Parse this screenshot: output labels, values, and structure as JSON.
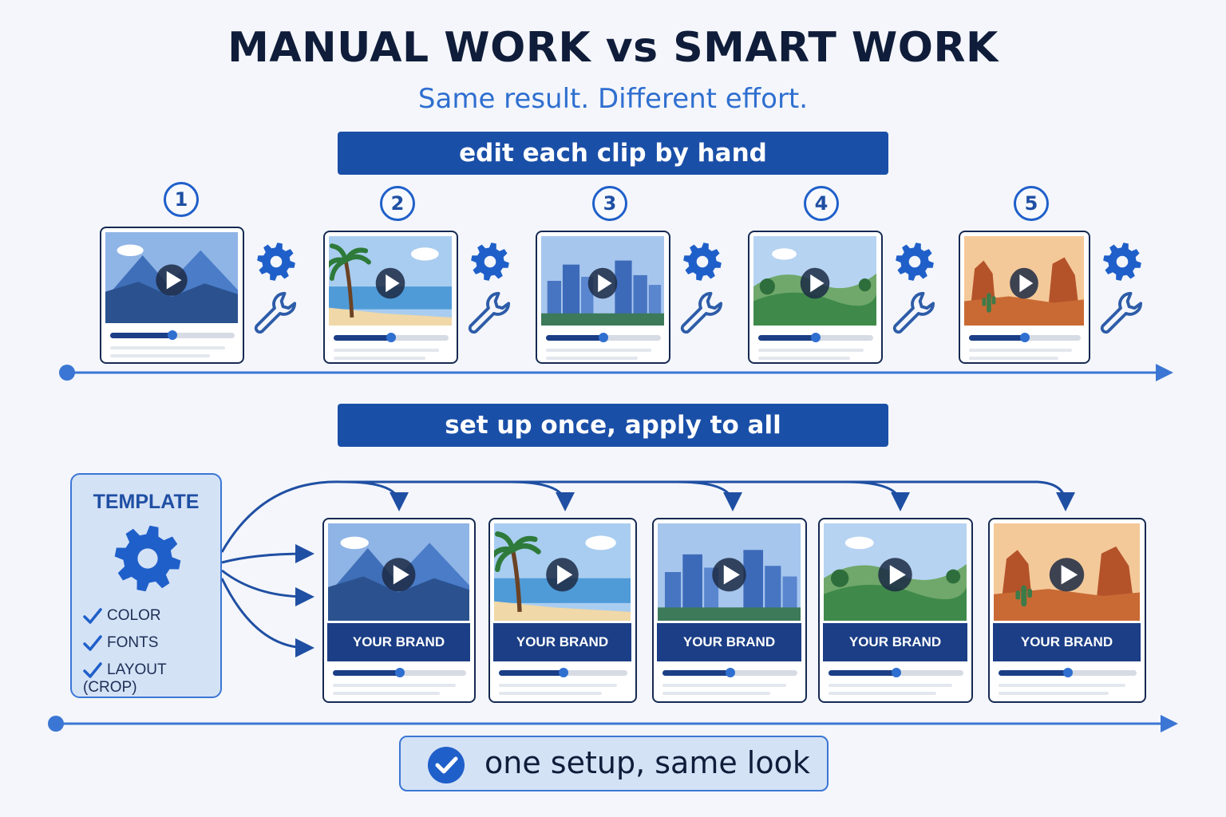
{
  "header": {
    "title": "MANUAL WORK vs SMART WORK",
    "subtitle": "Same result. Different effort."
  },
  "manual": {
    "banner": "edit each clip by hand",
    "steps": [
      "1",
      "2",
      "3",
      "4",
      "5"
    ],
    "scenes": [
      "mountain",
      "beach",
      "city",
      "hills",
      "desert"
    ],
    "progress": [
      0.5,
      0.5,
      0.5,
      0.5,
      0.5
    ]
  },
  "smart": {
    "banner": "set up once, apply to all",
    "template": {
      "title": "TEMPLATE",
      "items": [
        "COLOR",
        "FONTS",
        "LAYOUT (CROP)"
      ]
    },
    "brand_label": "YOUR BRAND",
    "scenes": [
      "mountain",
      "beach",
      "city",
      "hills",
      "desert"
    ],
    "progress": [
      0.5,
      0.5,
      0.5,
      0.5,
      0.5
    ]
  },
  "result": {
    "label": "one setup, same look",
    "icon": "check-circle-icon"
  },
  "colors": {
    "accent": "#1a4fa8",
    "accent_light": "#3b76d4",
    "navy": "#162a52",
    "background": "#f4f6fb"
  }
}
